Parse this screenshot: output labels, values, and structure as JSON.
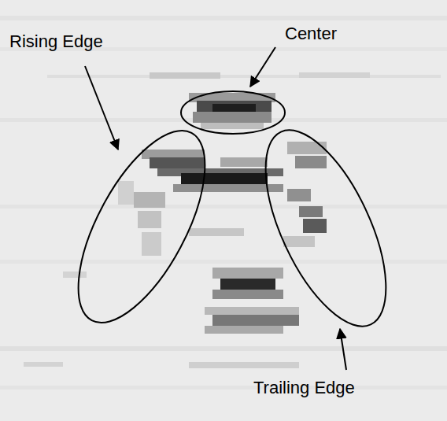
{
  "diagram": {
    "labels": [
      "Rising Edge",
      "Center",
      "Trailing Edge"
    ]
  }
}
